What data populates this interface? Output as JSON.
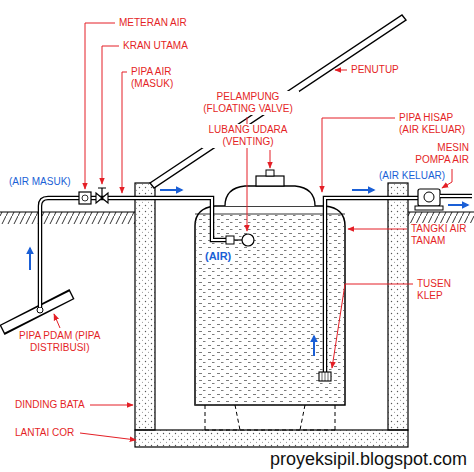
{
  "diagram": {
    "nodes": [
      {
        "text": [
          "(AIR)"
        ]
      }
    ],
    "labels": [
      "METERAN AIR",
      "KRAN UTAMA",
      "PIPA AIR (MASUK)",
      "PENUTUP",
      "PELAMPUNG (FLOATING VALVE)",
      "LUBANG UDARA (VENTING)",
      "PIPA HISAP (AIR KELUAR)",
      "MESIN POMPA AIR",
      "(AIR MASUK)",
      "(AIR KELUAR)",
      "TANGKI AIR TANAM",
      "TUSEN KLEP",
      "PIPA PDAM (PIPA DISTRIBUSI)",
      "DINDING BATA",
      "LANTAI COR",
      "proyeksipil.blogspot.com"
    ]
  }
}
